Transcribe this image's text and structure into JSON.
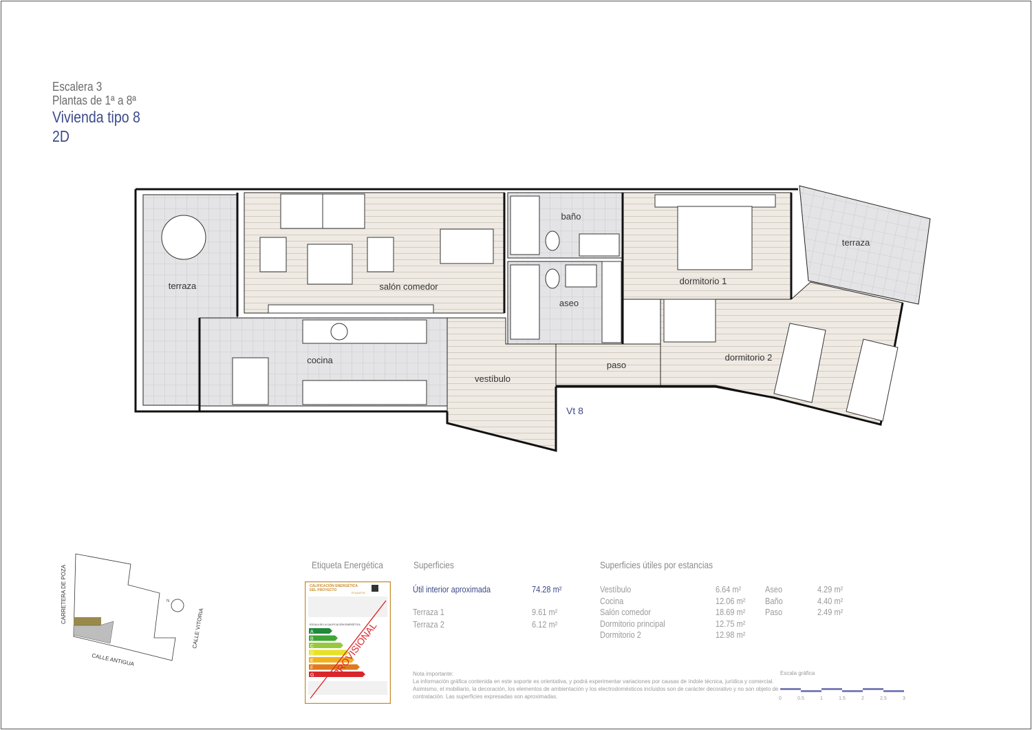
{
  "header": {
    "stair": "Escalera 3",
    "floors": "Plantas de 1ª a 8ª",
    "unit_type": "Vivienda tipo 8",
    "unit_code": "2D"
  },
  "plan": {
    "rooms": {
      "terraza_left": "terraza",
      "salon": "salón comedor",
      "cocina": "cocina",
      "vestibulo": "vestíbulo",
      "bano": "baño",
      "aseo": "aseo",
      "paso": "paso",
      "dormitorio1": "dormitorio 1",
      "dormitorio2": "dormitorio 2",
      "terraza_right": "terraza"
    },
    "unit_tag": "Vt 8"
  },
  "location_map": {
    "streets": [
      "CARRETERA DE POZA",
      "CALLE VITORIA",
      "CALLE ANTIGUA"
    ],
    "north": "N",
    "highlight_color": "#9a8a4a"
  },
  "energy_label": {
    "title": "Etiqueta Energética",
    "card_title": "CALIFICACIÓN ENERGÉTICA DEL PROYECTO",
    "card_tag": "ETIQUETA",
    "scale_title": "ESCALA DE LA CALIFICACIÓN ENERGÉTICA",
    "stamp": "PROVISIONAL",
    "grades": [
      {
        "letter": "A",
        "color": "#1f8a3a"
      },
      {
        "letter": "B",
        "color": "#3fa535"
      },
      {
        "letter": "C",
        "color": "#9ac83c"
      },
      {
        "letter": "D",
        "color": "#e8e12a"
      },
      {
        "letter": "E",
        "color": "#f0b21e"
      },
      {
        "letter": "F",
        "color": "#e07a1f"
      },
      {
        "letter": "G",
        "color": "#d8262b"
      }
    ]
  },
  "surfaces": {
    "title": "Superficies",
    "rows": [
      {
        "label": "Útil interior aproximada",
        "value": "74.28 m²"
      },
      {
        "label": "Terraza 1",
        "value": "9.61 m²"
      },
      {
        "label": "Terraza 2",
        "value": "6.12 m²"
      }
    ]
  },
  "room_surfaces": {
    "title": "Superficies útiles por estancias",
    "col1": [
      {
        "label": "Vestíbulo",
        "value": "6.64 m²"
      },
      {
        "label": "Cocina",
        "value": "12.06 m²"
      },
      {
        "label": "Salón comedor",
        "value": "18.69 m²"
      },
      {
        "label": "Dormitorio principal",
        "value": "12.75 m²"
      },
      {
        "label": "Dormitorio 2",
        "value": "12.98 m²"
      }
    ],
    "col2": [
      {
        "label": "Aseo",
        "value": "4.29 m²"
      },
      {
        "label": "Baño",
        "value": "4.40 m²"
      },
      {
        "label": "Paso",
        "value": "2.49 m²"
      }
    ]
  },
  "note": {
    "title": "Nota importante:",
    "body": "La información gráfica contenida en este soporte es orientativa, y podrá experimentar variaciones por causas de índole técnica, jurídica y comercial. Asimismo, el mobiliario, la decoración, los elementos de ambientación y los electrodomésticos incluidos son de carácter decorativo y no son objeto de contratación. Las superficies expresadas son aproximadas."
  },
  "scale": {
    "title": "Escala gráfica",
    "ticks": [
      "0",
      "0.5",
      "1",
      "1.5",
      "2",
      "2.5",
      "3"
    ],
    "color": "#7b7fb8"
  }
}
